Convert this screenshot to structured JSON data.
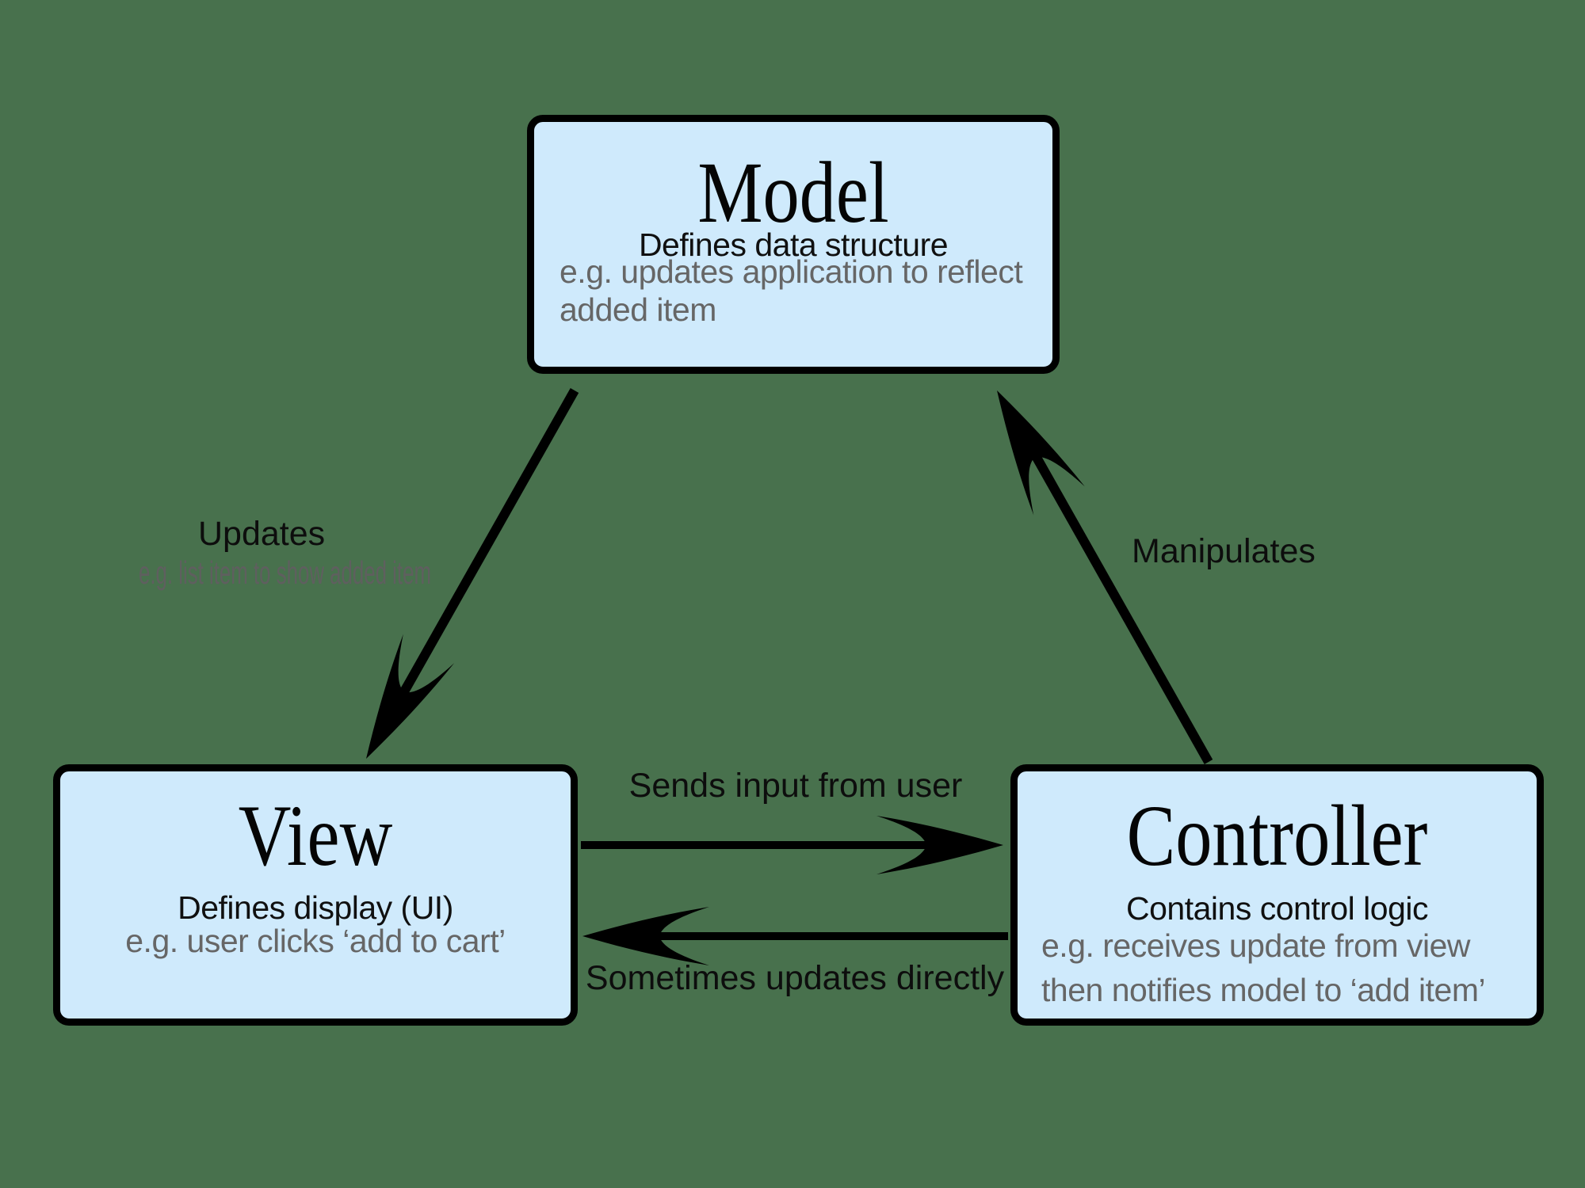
{
  "diagram": {
    "type": "mvc-architecture",
    "background_color": "#48714D",
    "box_fill_color": "#CFEAFC",
    "box_border_color": "#000000",
    "primary_text_color": "#0d0d0d",
    "secondary_text_color": "#666666",
    "arrow_color": "#000000"
  },
  "boxes": {
    "model": {
      "title": "Model",
      "subtitle": "Defines data structure",
      "example_lines": [
        "e.g. updates application to reflect",
        "added item"
      ]
    },
    "view": {
      "title": "View",
      "subtitle": "Defines display (UI)",
      "example_lines": [
        "e.g. user clicks ‘add to cart’"
      ]
    },
    "controller": {
      "title": "Controller",
      "subtitle": "Contains control logic",
      "example_lines": [
        "e.g. receives update from view",
        "then notifies model to ‘add item’"
      ]
    }
  },
  "arrows": {
    "model_to_view": {
      "label": "Updates",
      "example": "e.g. list item to show added item",
      "from": "Model",
      "to": "View"
    },
    "controller_to_model": {
      "label": "Manipulates",
      "from": "Controller",
      "to": "Model"
    },
    "view_to_controller": {
      "label": "Sends input from user",
      "from": "View",
      "to": "Controller"
    },
    "controller_to_view": {
      "label": "Sometimes updates directly",
      "from": "Controller",
      "to": "View"
    }
  }
}
